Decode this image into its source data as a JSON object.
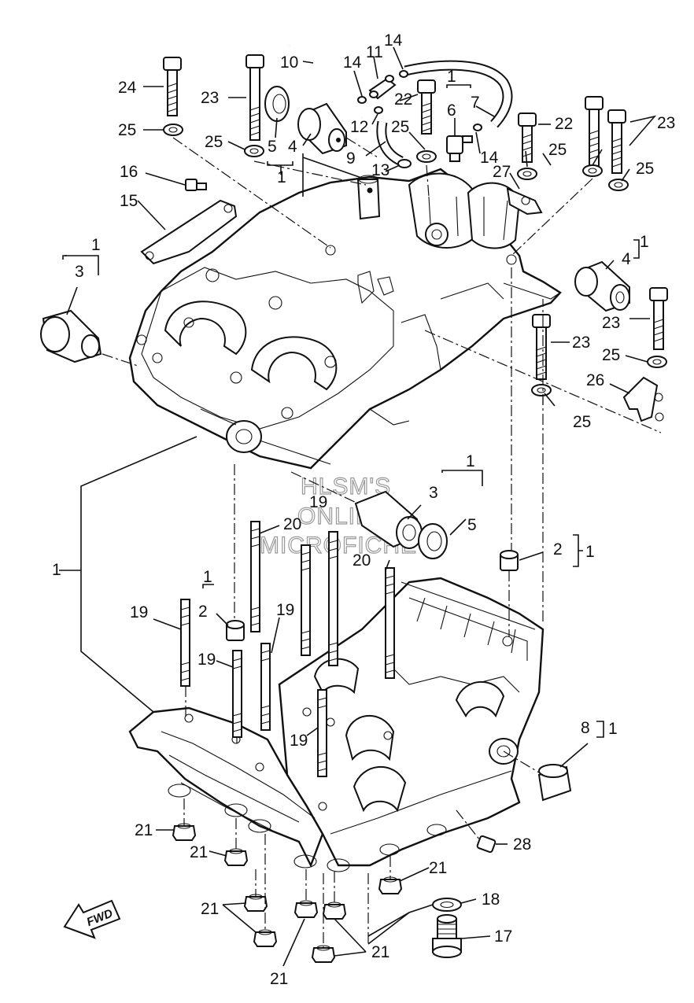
{
  "watermark": [
    "HLSM'S",
    "ONLINE",
    "MICROFICHE"
  ],
  "fwd_label": "FWD",
  "callouts": [
    {
      "id": "c1a",
      "text": "1"
    },
    {
      "id": "c3a",
      "text": "3"
    },
    {
      "id": "c24",
      "text": "24"
    },
    {
      "id": "c23a",
      "text": "23"
    },
    {
      "id": "c25a",
      "text": "25"
    },
    {
      "id": "c25b",
      "text": "25"
    },
    {
      "id": "c5a",
      "text": "5"
    },
    {
      "id": "c4a",
      "text": "4"
    },
    {
      "id": "c1b",
      "text": "1"
    },
    {
      "id": "c10",
      "text": "10"
    },
    {
      "id": "c14a",
      "text": "14"
    },
    {
      "id": "c11",
      "text": "11"
    },
    {
      "id": "c14b",
      "text": "14"
    },
    {
      "id": "c12",
      "text": "12"
    },
    {
      "id": "c22a",
      "text": "22"
    },
    {
      "id": "c25c",
      "text": "25"
    },
    {
      "id": "c9",
      "text": "9"
    },
    {
      "id": "c13",
      "text": "13"
    },
    {
      "id": "c1c",
      "text": "1"
    },
    {
      "id": "c7",
      "text": "7"
    },
    {
      "id": "c6",
      "text": "6"
    },
    {
      "id": "c14c",
      "text": "14"
    },
    {
      "id": "c22b",
      "text": "22"
    },
    {
      "id": "c23b",
      "text": "23"
    },
    {
      "id": "c25d",
      "text": "25"
    },
    {
      "id": "c25e",
      "text": "25"
    },
    {
      "id": "c27",
      "text": "27"
    },
    {
      "id": "c16",
      "text": "16"
    },
    {
      "id": "c15",
      "text": "15"
    },
    {
      "id": "c1d",
      "text": "1"
    },
    {
      "id": "c4b",
      "text": "4"
    },
    {
      "id": "c23c",
      "text": "23"
    },
    {
      "id": "c23d",
      "text": "23"
    },
    {
      "id": "c25f",
      "text": "25"
    },
    {
      "id": "c26",
      "text": "26"
    },
    {
      "id": "c25g",
      "text": "25"
    },
    {
      "id": "c1e",
      "text": "1"
    },
    {
      "id": "c3b",
      "text": "3"
    },
    {
      "id": "c5b",
      "text": "5"
    },
    {
      "id": "c19a",
      "text": "19"
    },
    {
      "id": "c20a",
      "text": "20"
    },
    {
      "id": "c1f",
      "text": "1"
    },
    {
      "id": "c20b",
      "text": "20"
    },
    {
      "id": "c2a",
      "text": "2"
    },
    {
      "id": "c1g",
      "text": "1"
    },
    {
      "id": "c1h",
      "text": "1"
    },
    {
      "id": "c2b",
      "text": "2"
    },
    {
      "id": "c19b",
      "text": "19"
    },
    {
      "id": "c19c",
      "text": "19"
    },
    {
      "id": "c19d",
      "text": "19"
    },
    {
      "id": "c19e",
      "text": "19"
    },
    {
      "id": "c8",
      "text": "8"
    },
    {
      "id": "c1i",
      "text": "1"
    },
    {
      "id": "c21a",
      "text": "21"
    },
    {
      "id": "c21b",
      "text": "21"
    },
    {
      "id": "c21c",
      "text": "21"
    },
    {
      "id": "c28",
      "text": "28"
    },
    {
      "id": "c21d",
      "text": "21"
    },
    {
      "id": "c18",
      "text": "18"
    },
    {
      "id": "c21e",
      "text": "21"
    },
    {
      "id": "c17",
      "text": "17"
    },
    {
      "id": "c21f",
      "text": "21"
    }
  ]
}
